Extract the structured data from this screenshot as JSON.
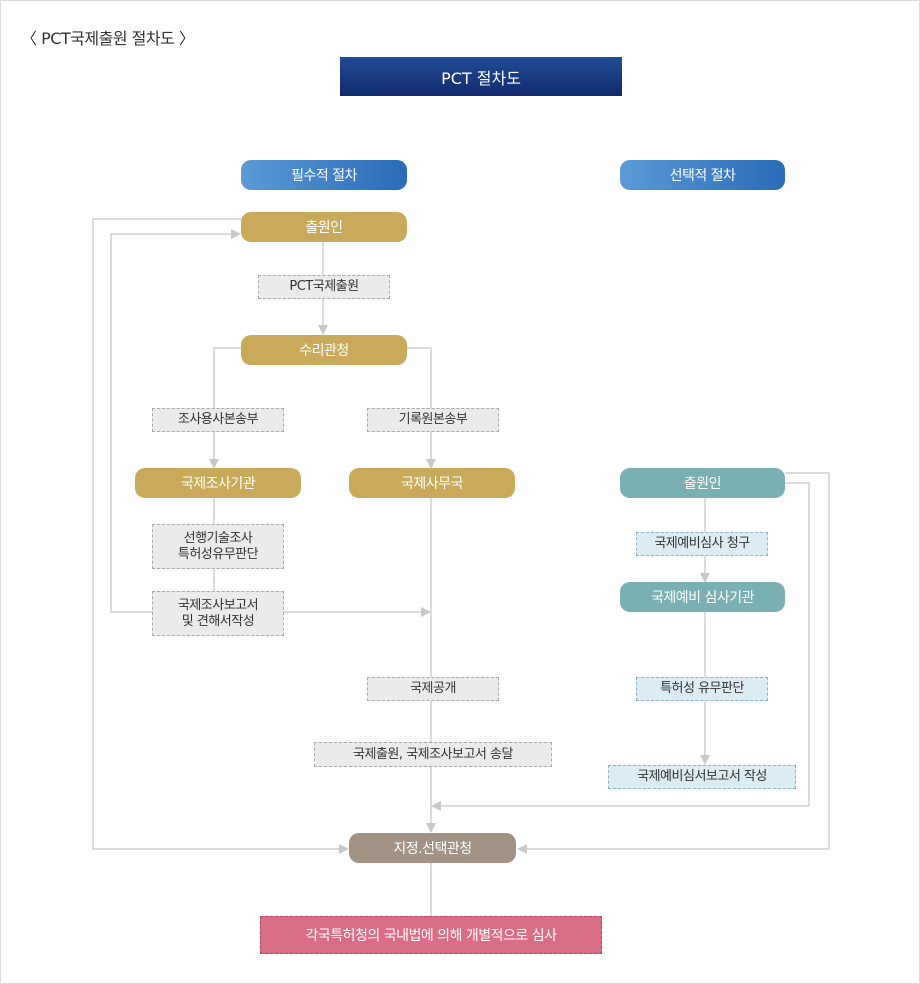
{
  "heading": "〈 PCT국제출원 절차도 〉",
  "title": "PCT 절차도",
  "headers": {
    "required": "필수적 절차",
    "optional": "선택적 절차"
  },
  "nodes": {
    "applicant": "출원인",
    "receiving_office": "수리관청",
    "isa": "국제조사기관",
    "ib": "국제사무국",
    "applicant_optional": "출원인",
    "ipea": "국제예비 심사기관",
    "designated_office": "지정.선택관청",
    "national_exam": "각국특허청의 국내법에 의해 개별적으로 심사"
  },
  "steps": {
    "pct_filing": "PCT국제출원",
    "search_copy": "조사용사본송부",
    "record_copy": "기록원본송부",
    "prior_art": "선행기술조사\n특허성유무판단",
    "isr_written_opinion": "국제조사보고서\n및 견해서작성",
    "publication": "국제공개",
    "transmittal": "국제출원, 국제조사보고서 송달",
    "ipe_demand": "국제예비심사 청구",
    "patentability": "특허성 유무판단",
    "iper": "국제예비심서보고서 작성"
  },
  "colors": {
    "title": "#1a3a80",
    "header": "#3d7fc6",
    "required_node": "#c8aa5a",
    "optional_node": "#7ab0b4",
    "designated_node": "#a29385",
    "national_node": "#d96d86",
    "connector": "#c8c8c8"
  }
}
